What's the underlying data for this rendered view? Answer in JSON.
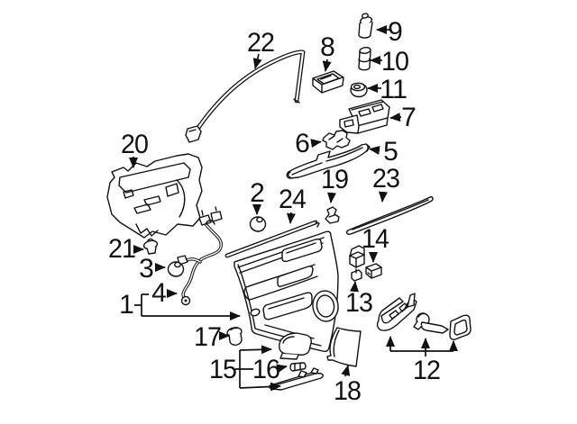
{
  "diagram": {
    "colors": {
      "background": "#ffffff",
      "line": "#111111"
    },
    "callouts": {
      "c1": {
        "label": "1"
      },
      "c2": {
        "label": "2"
      },
      "c3": {
        "label": "3"
      },
      "c4": {
        "label": "4"
      },
      "c5": {
        "label": "5"
      },
      "c6": {
        "label": "6"
      },
      "c7": {
        "label": "7"
      },
      "c8": {
        "label": "8"
      },
      "c9": {
        "label": "9"
      },
      "c10": {
        "label": "10"
      },
      "c11": {
        "label": "11"
      },
      "c12": {
        "label": "12"
      },
      "c13": {
        "label": "13"
      },
      "c14": {
        "label": "14"
      },
      "c15": {
        "label": "15"
      },
      "c16": {
        "label": "16"
      },
      "c17": {
        "label": "17"
      },
      "c18": {
        "label": "18"
      },
      "c19": {
        "label": "19"
      },
      "c20": {
        "label": "20"
      },
      "c21": {
        "label": "21"
      },
      "c22": {
        "label": "22"
      },
      "c23": {
        "label": "23"
      },
      "c24": {
        "label": "24"
      }
    }
  }
}
